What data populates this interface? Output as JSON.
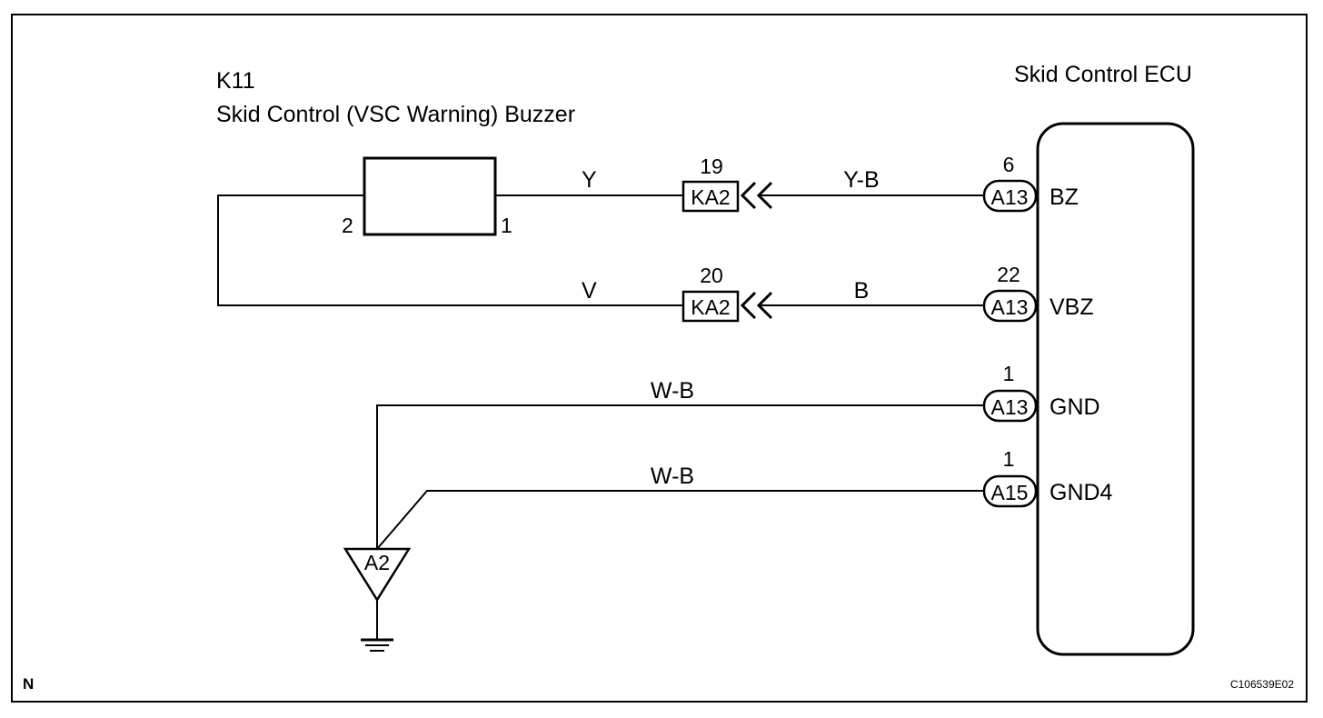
{
  "buzzer": {
    "code": "K11",
    "name": "Skid Control (VSC Warning) Buzzer",
    "pin_left": "2",
    "pin_right": "1"
  },
  "ecu": {
    "name": "Skid Control ECU"
  },
  "circuits": [
    {
      "id": "bz",
      "wire_left": "Y",
      "junction_label": "KA2",
      "junction_pin": "19",
      "wire_right": "Y-B",
      "ecu_connector": "A13",
      "ecu_pin": "6",
      "signal": "BZ"
    },
    {
      "id": "vbz",
      "wire_left": "V",
      "junction_label": "KA2",
      "junction_pin": "20",
      "wire_right": "B",
      "ecu_connector": "A13",
      "ecu_pin": "22",
      "signal": "VBZ"
    },
    {
      "id": "gnd",
      "wire": "W-B",
      "ecu_connector": "A13",
      "ecu_pin": "1",
      "signal": "GND"
    },
    {
      "id": "gnd4",
      "wire": "W-B",
      "ecu_connector": "A15",
      "ecu_pin": "1",
      "signal": "GND4"
    }
  ],
  "ground_point": "A2",
  "corner_mark": "N",
  "figure_code": "C106539E02"
}
